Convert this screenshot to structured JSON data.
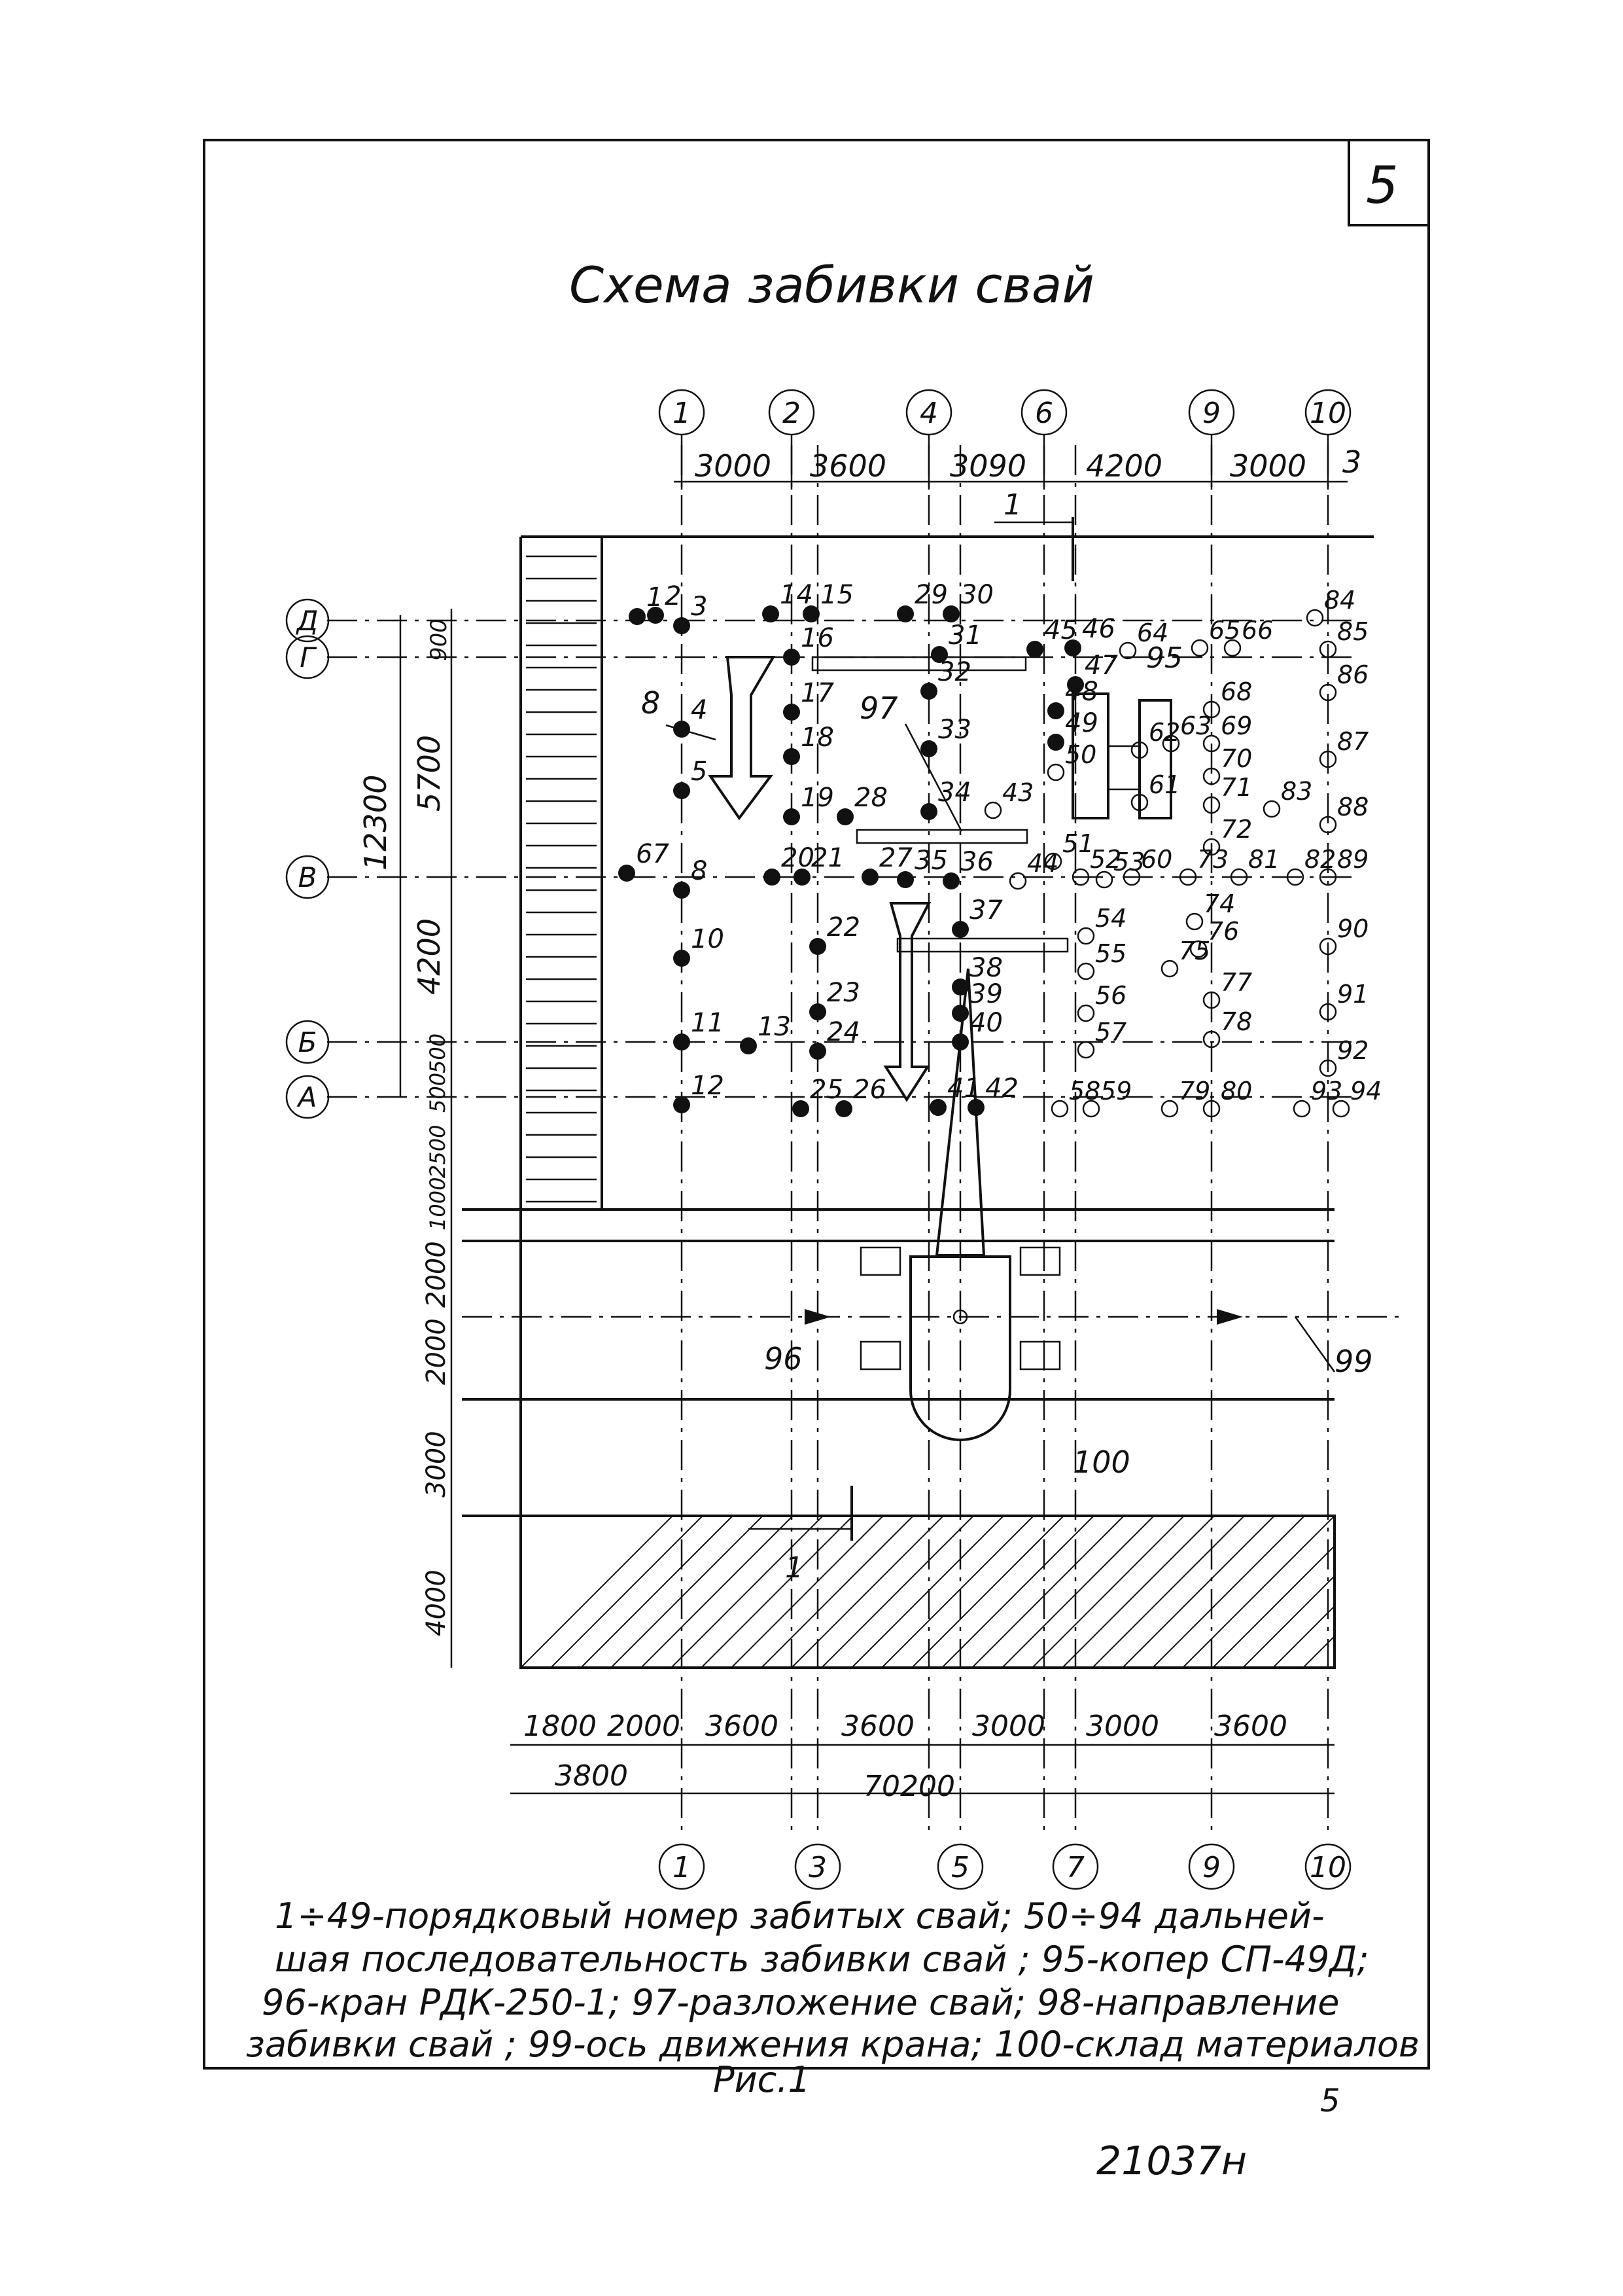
{
  "sheet_number": "5",
  "title": "Схема забивки свай",
  "top_axes": [
    "1",
    "2",
    "4",
    "6",
    "9",
    "10"
  ],
  "top_dims": [
    "3000",
    "3600",
    "3090",
    "4200",
    "3000",
    "3"
  ],
  "left_axes": [
    "Д",
    "Г",
    "В",
    "Б",
    "А"
  ],
  "left_dims_outer": "12300",
  "left_dims": [
    "900",
    "5700",
    "4200",
    "500",
    "500",
    "2500",
    "1000",
    "2000",
    "2000",
    "3000",
    "4000"
  ],
  "section_mark_top": "1",
  "section_mark_bottom": "1",
  "bottom_dims_row1": [
    "1800",
    "2000",
    "3600",
    "3600",
    "3000",
    "3000",
    "3600"
  ],
  "bottom_dims_row2": [
    "3800",
    "70200"
  ],
  "bottom_axes": [
    "1",
    "3",
    "5",
    "7",
    "9",
    "10"
  ],
  "label_8": "8",
  "label_97": "97",
  "label_95": "95",
  "label_96": "96",
  "label_99": "99",
  "label_100": "100",
  "piles_driven": [
    {
      "n": "1"
    },
    {
      "n": "2"
    },
    {
      "n": "3"
    },
    {
      "n": "4"
    },
    {
      "n": "5"
    },
    {
      "n": "8"
    },
    {
      "n": "10"
    },
    {
      "n": "11"
    },
    {
      "n": "12"
    },
    {
      "n": "13"
    },
    {
      "n": "14"
    },
    {
      "n": "15"
    },
    {
      "n": "16"
    },
    {
      "n": "17"
    },
    {
      "n": "18"
    },
    {
      "n": "19"
    },
    {
      "n": "20"
    },
    {
      "n": "21"
    },
    {
      "n": "22"
    },
    {
      "n": "23"
    },
    {
      "n": "24"
    },
    {
      "n": "25"
    },
    {
      "n": "26"
    },
    {
      "n": "27"
    },
    {
      "n": "28"
    },
    {
      "n": "29"
    },
    {
      "n": "30"
    },
    {
      "n": "31"
    },
    {
      "n": "32"
    },
    {
      "n": "33"
    },
    {
      "n": "34"
    },
    {
      "n": "35"
    },
    {
      "n": "36"
    },
    {
      "n": "37"
    },
    {
      "n": "38"
    },
    {
      "n": "39"
    },
    {
      "n": "40"
    },
    {
      "n": "41"
    },
    {
      "n": "42"
    },
    {
      "n": "45"
    },
    {
      "n": "46"
    },
    {
      "n": "47"
    },
    {
      "n": "48"
    },
    {
      "n": "49"
    },
    {
      "n": "67"
    }
  ],
  "piles_planned": [
    "43",
    "44",
    "50",
    "51",
    "52",
    "53",
    "54",
    "55",
    "56",
    "57",
    "58",
    "59",
    "60",
    "61",
    "62",
    "63",
    "64",
    "65",
    "66",
    "68",
    "69",
    "70",
    "71",
    "72",
    "73",
    "74",
    "75",
    "76",
    "77",
    "78",
    "79",
    "80",
    "81",
    "82",
    "83",
    "84",
    "85",
    "86",
    "87",
    "88",
    "89",
    "90",
    "91",
    "92",
    "93",
    "94"
  ],
  "legend_lines": [
    "1÷49-порядковый номер забитых свай; 50÷94 дальней-",
    "шая последовательность забивки свай ; 95-копер СП-49Д;",
    "96-кран РДК-250-1; 97-разложение свай; 98-направление",
    "забивки свай ; 99-ось движения крана; 100-склад материалов"
  ],
  "figure_caption": "Рис.1",
  "page_number": "5",
  "stamp_code": "21037н"
}
